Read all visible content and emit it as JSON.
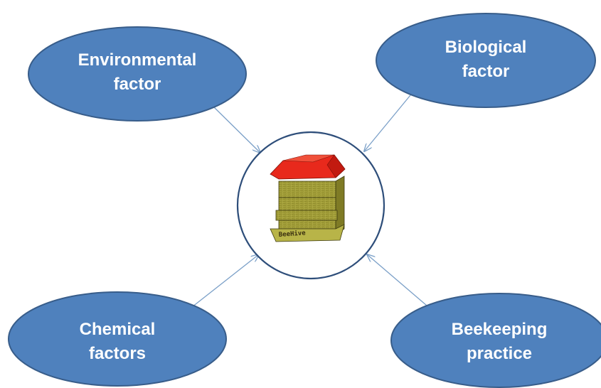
{
  "diagram": {
    "colors": {
      "ellipse_fill": "#4f81bd",
      "ellipse_stroke": "#385d8a",
      "text": "#ffffff",
      "arrow": "#7ba0c8",
      "center_stroke": "#2e4e7a",
      "roof": "#e8291c",
      "hive_body": "#a4a03a"
    },
    "center": {
      "icon": "beehive-icon",
      "hive_label": "BeeHive"
    },
    "factors": [
      {
        "id": "environmental",
        "line1": "Environmental",
        "line2": "factor"
      },
      {
        "id": "biological",
        "line1": "Biological",
        "line2": "factor"
      },
      {
        "id": "chemical",
        "line1": "Chemical",
        "line2": "factors"
      },
      {
        "id": "beekeeping",
        "line1": "Beekeeping",
        "line2": "practice"
      }
    ]
  }
}
